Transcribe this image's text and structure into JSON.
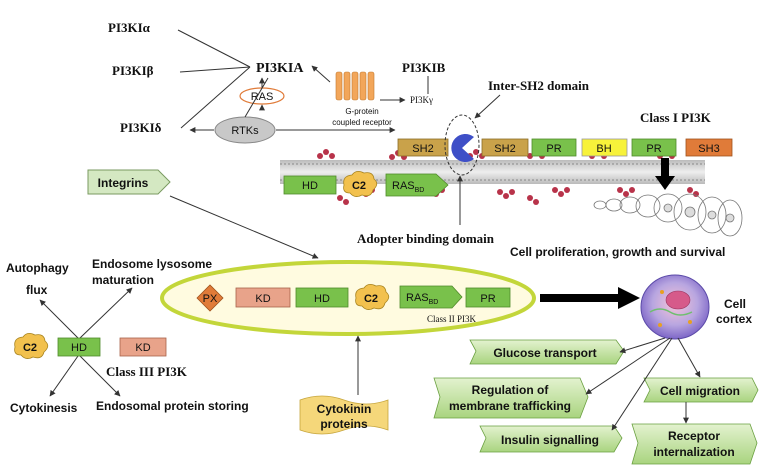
{
  "pi3k_isoforms": {
    "alpha": "PI3KIα",
    "beta": "PI3KIβ",
    "delta": "PI3KIδ",
    "ia": "PI3KIA",
    "ib": "PI3KIB",
    "gamma": "PI3Kγ",
    "ras": "RAS",
    "rtks": "RTKs",
    "gpcr_line1": "G-protein",
    "gpcr_line2": "coupled receptor"
  },
  "class1": {
    "inter_sh2": "Inter-SH2 domain",
    "title": "Class I PI3K",
    "domains": [
      "SH2",
      "SH2",
      "PR",
      "BH",
      "PR",
      "SH3"
    ],
    "membrane_domains": [
      "HD",
      "C2",
      "RAS",
      "BD"
    ],
    "adopter": "Adopter binding domain",
    "outcome": "Cell proliferation, growth and survival"
  },
  "integrins": "Integrins",
  "class2": {
    "domains": [
      "PX",
      "KD",
      "HD",
      "C2",
      "RAS",
      "BD",
      "PR"
    ],
    "title": "Class II PI3K",
    "cell_cortex_line1": "Cell",
    "cell_cortex_line2": "cortex",
    "cytokinin_line1": "Cytokinin",
    "cytokinin_line2": "proteins",
    "functions": [
      "Glucose transport",
      "Regulation of",
      "membrane trafficking",
      "Cell migration",
      "Insulin signalling",
      "Receptor",
      "internalization"
    ]
  },
  "class3": {
    "autophagy_line1": "Autophagy",
    "autophagy_line2": "flux",
    "endosome_line1": "Endosome lysosome",
    "endosome_line2": "maturation",
    "domains": [
      "C2",
      "HD",
      "KD"
    ],
    "title": "Class III PI3K",
    "cytokinesis": "Cytokinesis",
    "endosomal": "Endosomal protein storing"
  }
}
